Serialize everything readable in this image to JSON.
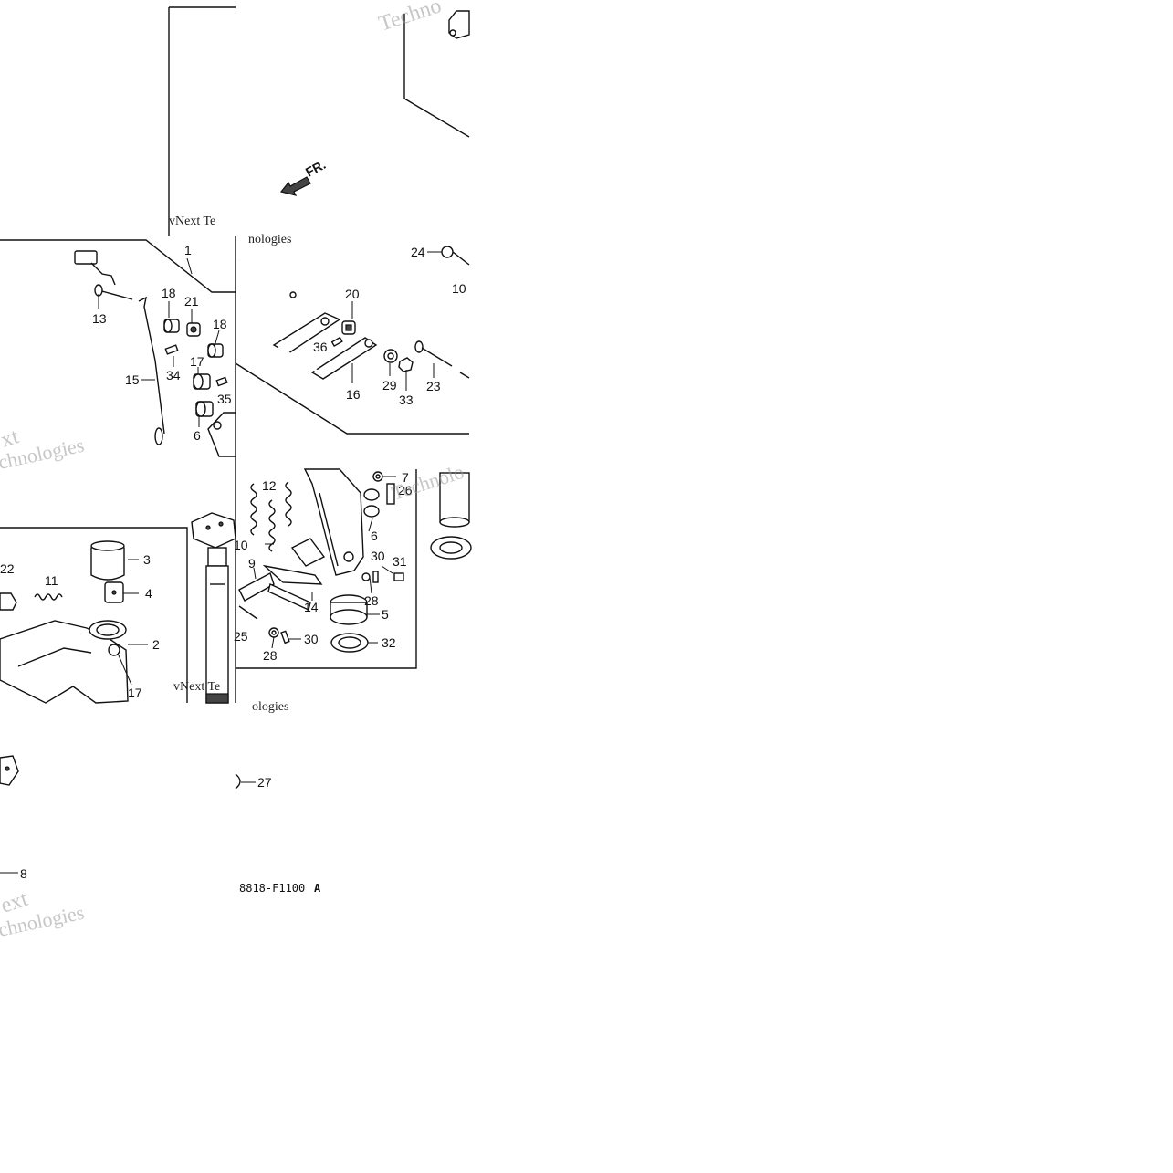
{
  "direction_label": "FR.",
  "reference_code": "8818-F1100",
  "reference_suffix": "A",
  "watermark": {
    "brand_fragment": "Techno",
    "lines": [
      "vNext Te",
      "nologies",
      "xt",
      "chnologies",
      "vNext Te",
      "ologies",
      "Technolo",
      "ext",
      "chnologies"
    ]
  },
  "callouts": [
    "24",
    "10",
    "1",
    "20",
    "36",
    "16",
    "29",
    "33",
    "23",
    "13",
    "18",
    "21",
    "18",
    "15",
    "34",
    "17",
    "35",
    "6",
    "12",
    "7",
    "26",
    "6",
    "3",
    "22",
    "11",
    "4",
    "2",
    "17",
    "9",
    "10",
    "30",
    "31",
    "28",
    "14",
    "5",
    "25",
    "28",
    "30",
    "32",
    "27",
    "8"
  ]
}
